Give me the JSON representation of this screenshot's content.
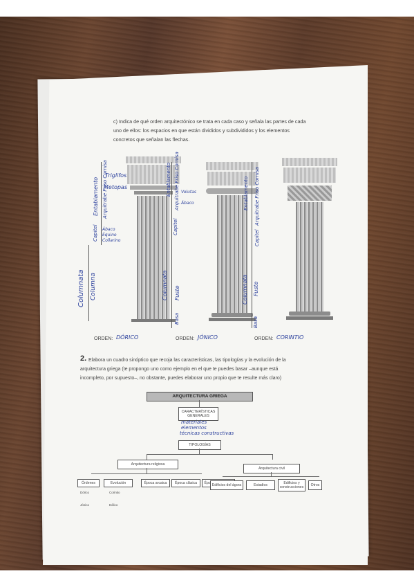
{
  "question_c": {
    "line1": "c) Indica de qué orden arquitectónico se trata en cada caso y señala las partes de cada",
    "line2": "uno de ellos: los espacios en que están divididos y subdivididos y los elementos",
    "line3": "concretos que señalan las flechas."
  },
  "columns": [
    {
      "order_label": "ORDEN:",
      "order_answer": "DÓRICO",
      "labels": [
        "Entablamento",
        "Arquitrabe Friso Cornisa",
        "Triglifos",
        "Metopas",
        "Capitel",
        "Ábaco",
        "Equino",
        "Collarino",
        "Columnata",
        "Columna"
      ]
    },
    {
      "order_label": "ORDEN:",
      "order_answer": "JÓNICO",
      "labels": [
        "Entablamento",
        "Arquitrabe Friso Cornisa",
        "Capitel",
        "Volutas",
        "Ábaco",
        "Columnata",
        "Fuste",
        "Basa"
      ]
    },
    {
      "order_label": "ORDEN:",
      "order_answer": "CORINTIO",
      "labels": [
        "Entablamento",
        "Arquitrabe Friso Cornisa",
        "Capitel",
        "Columnata",
        "Fuste",
        "Basa"
      ]
    }
  ],
  "question_2": {
    "number": "2.",
    "line1": "Elabora un cuadro sinóptico que recoja las características, las tipologías y la evolución de la",
    "line2": "arquitectura griega (te propongo uno como ejemplo en el que te puedes basar –aunque está",
    "line3": "incompleto, por supuesto–, no obstante, puedes elaborar uno propio que te resulte más claro)"
  },
  "diagram": {
    "title": "ARQUITECTURA GRIEGA",
    "characteristics": "CARACTERÍSTICAS GENERALES",
    "handwritten_notes": [
      "materiales",
      "elementos",
      "técnicas constructivas"
    ],
    "typologies": "TIPOLOGÍAS",
    "religious": "Arquitectura religiosa",
    "civil": "Arquitectura civil",
    "religious_children": [
      "Órdenes",
      "Evolución",
      "Época arcaica",
      "Época clásica",
      "Época helenística"
    ],
    "civil_children": [
      "Edificios del ágora",
      "Estadios",
      "Edificios y construcciones",
      "Otros"
    ],
    "sub_col1": [
      "Dórico",
      "Jónico"
    ],
    "sub_col2": [
      "Corintio",
      "Eólico"
    ]
  }
}
